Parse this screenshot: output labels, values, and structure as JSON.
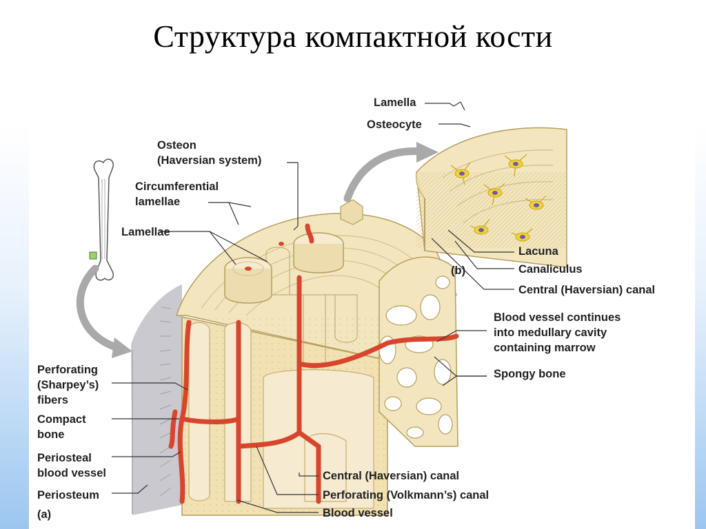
{
  "slide": {
    "title": "Структура компактной кости"
  },
  "figure": {
    "labels": {
      "lamella": "Lamella",
      "osteocyte": "Osteocyte",
      "osteon_1": "Osteon",
      "osteon_2": "(Haversian system)",
      "circumferential_1": "Circumferential",
      "circumferential_2": "lamellae",
      "lamellae": "Lamellae",
      "lacuna": "Lacuna",
      "canaliculus": "Canaliculus",
      "part_b": "(b)",
      "central_canal_b": "Central (Haversian) canal",
      "blood_vessel_continues_1": "Blood vessel continues",
      "blood_vessel_continues_2": "into medullary cavity",
      "blood_vessel_continues_3": "containing marrow",
      "spongy_bone": "Spongy bone",
      "perforating_fibers_1": "Perforating",
      "perforating_fibers_2": "(Sharpey’s)",
      "perforating_fibers_3": "fibers",
      "compact_bone_1": "Compact",
      "compact_bone_2": "bone",
      "periosteal_vessel_1": "Periosteal",
      "periosteal_vessel_2": "blood vessel",
      "periosteum": "Periosteum",
      "part_a": "(a)",
      "central_canal_a": "Central (Haversian) canal",
      "volkmann_canal": "Perforating (Volkmann’s) canal",
      "blood_vessel": "Blood vessel"
    },
    "colors": {
      "bone": "#f3e6bf",
      "bone_dark": "#dccb97",
      "vessel": "#d8452c",
      "osteocyte": "#f0d23c",
      "nucleus": "#6e5aa8",
      "periosteum": "#c9c9cf",
      "arrow": "#a9a9a9",
      "leader": "#333333"
    }
  }
}
